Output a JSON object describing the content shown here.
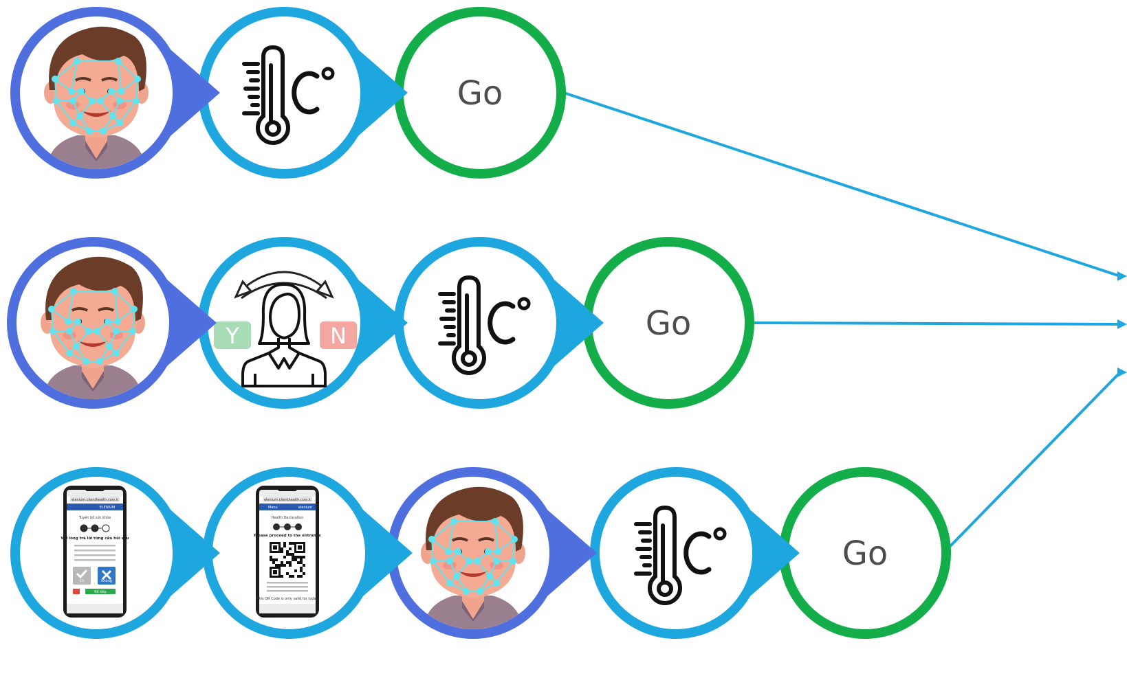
{
  "colors": {
    "face_ring": "#4f6fde",
    "step_ring": "#1ea6df",
    "go_ring": "#13ad4a",
    "connector": "#1ea6df",
    "yes_box": "#a8dcb4",
    "no_box": "#f4a7a0"
  },
  "flows": [
    {
      "steps": [
        {
          "kind": "face",
          "icon": "face-scan-icon"
        },
        {
          "kind": "temperature",
          "icon": "thermometer-celsius-icon"
        },
        {
          "kind": "go",
          "label": "Go"
        }
      ]
    },
    {
      "steps": [
        {
          "kind": "face",
          "icon": "face-scan-icon"
        },
        {
          "kind": "question",
          "icon": "person-yes-no-icon",
          "yes_label": "Y",
          "no_label": "N"
        },
        {
          "kind": "temperature",
          "icon": "thermometer-celsius-icon"
        },
        {
          "kind": "go",
          "label": "Go"
        }
      ]
    },
    {
      "steps": [
        {
          "kind": "phone-survey",
          "icon": "phone-health-survey-icon",
          "phone": {
            "url": "elenium.clienthealth.com.k",
            "brand": "ELENIUM",
            "title": "Tuyên bố sức khỏe",
            "question": "Vui lòng trả lời từng câu hỏi sau",
            "yes_button": "Có",
            "no_button": "Không",
            "next_button": "Kế tiếp"
          }
        },
        {
          "kind": "phone-qr",
          "icon": "phone-qr-code-icon",
          "phone": {
            "url": "elenium.clienthealth.com.k",
            "menu": "Menu",
            "brand": "elenium",
            "title": "Health Declaration",
            "instruction": "Please proceed to the entrance",
            "note": "This QR Code is only valid for today"
          }
        },
        {
          "kind": "face",
          "icon": "face-scan-icon"
        },
        {
          "kind": "temperature",
          "icon": "thermometer-celsius-icon"
        },
        {
          "kind": "go",
          "label": "Go"
        }
      ]
    }
  ]
}
